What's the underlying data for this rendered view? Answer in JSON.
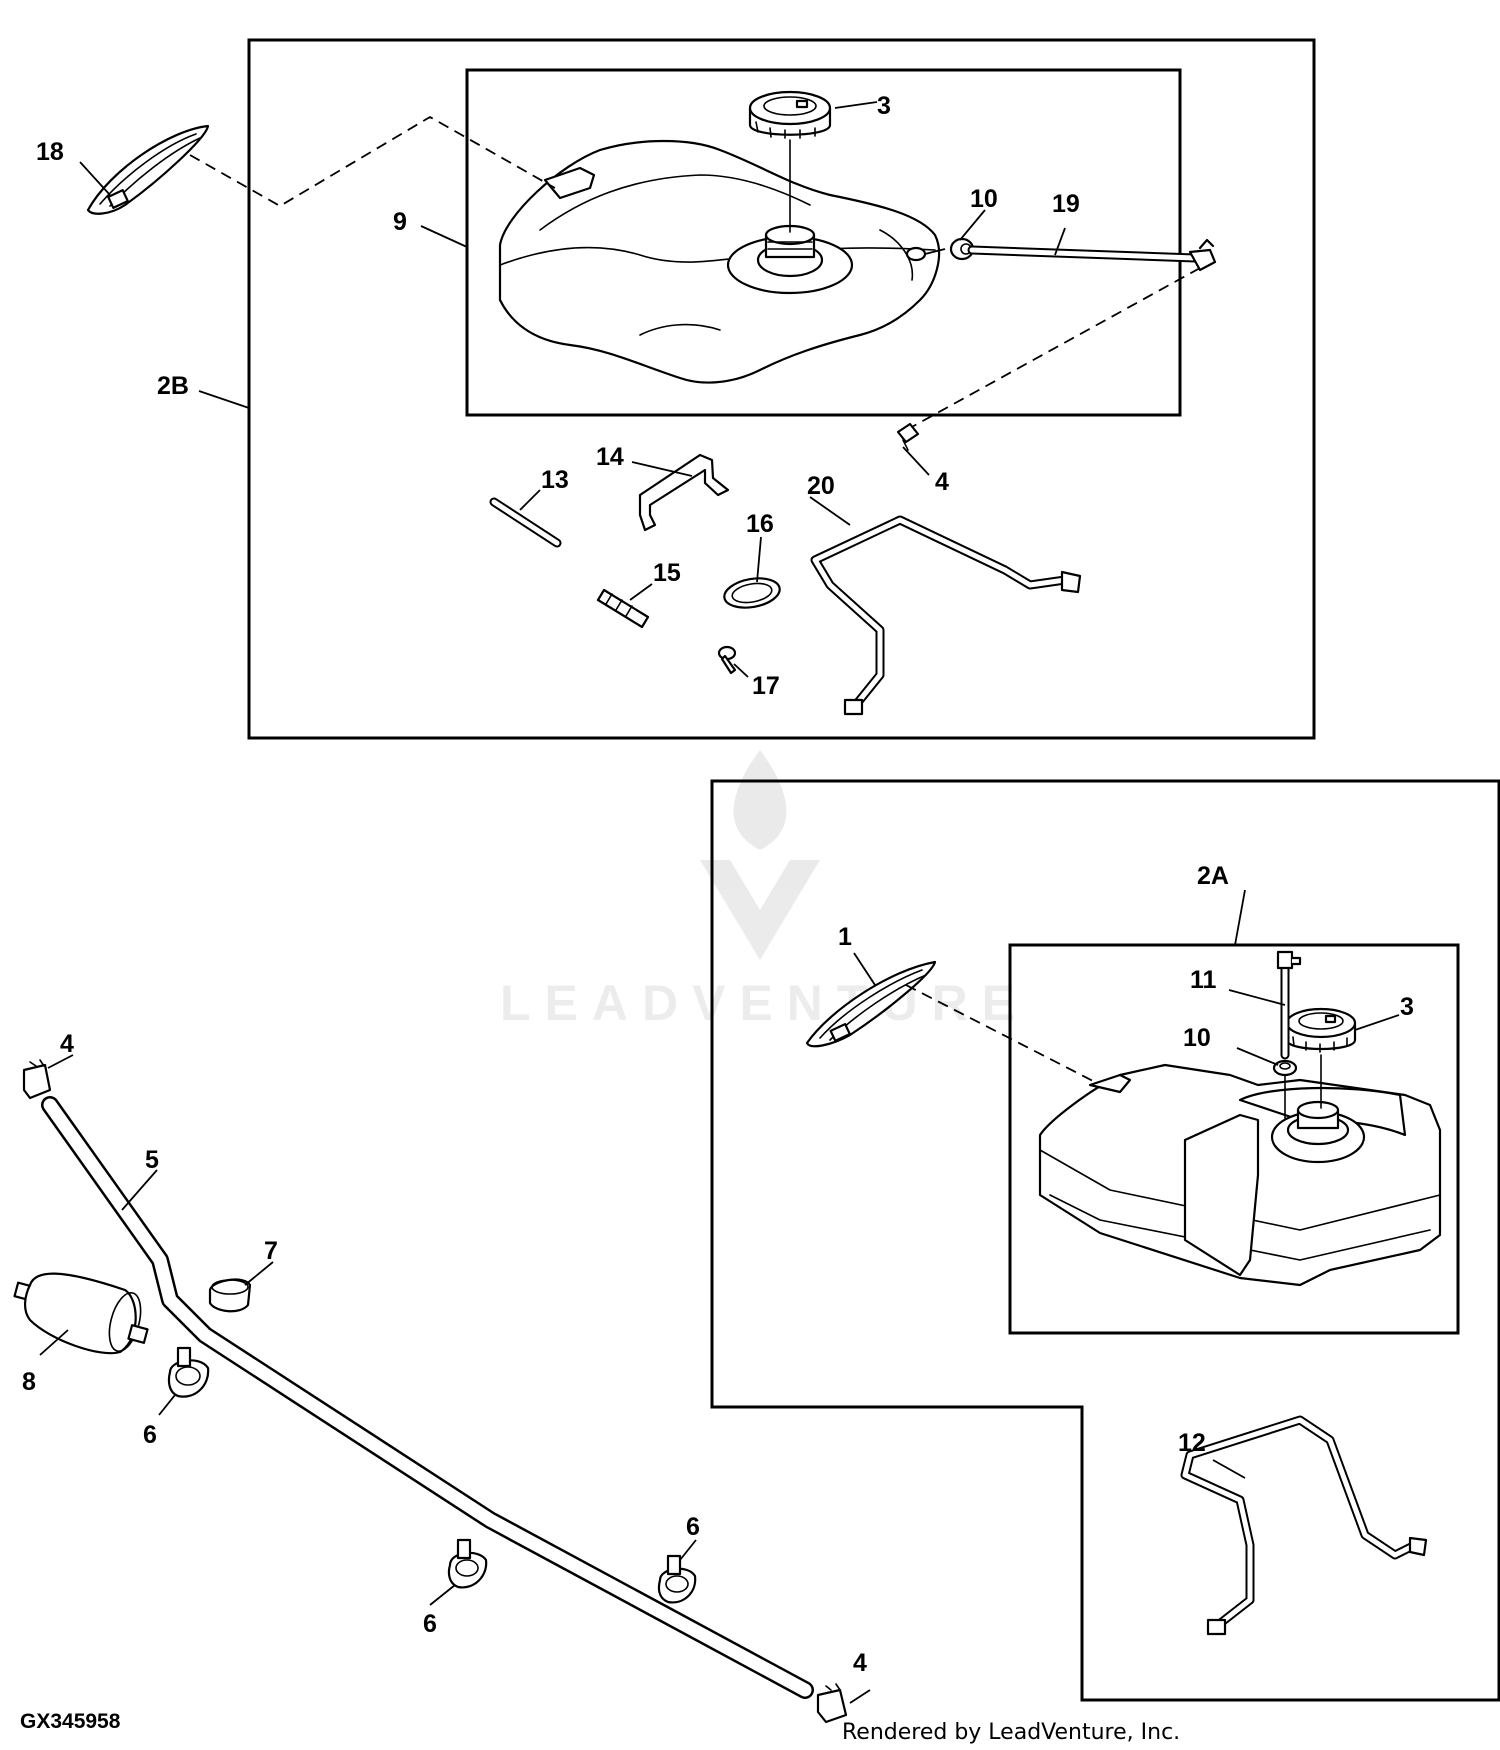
{
  "diagram_id": "GX345958",
  "credit": "Rendered by LeadVenture, Inc.",
  "watermark": "LEADVENTURE",
  "callouts": {
    "c1": "1",
    "c2A": "2A",
    "c2B": "2B",
    "c3a": "3",
    "c3b": "3",
    "c4a": "4",
    "c4b": "4",
    "c4c": "4",
    "c5": "5",
    "c6a": "6",
    "c6b": "6",
    "c6c": "6",
    "c7": "7",
    "c8": "8",
    "c9": "9",
    "c10a": "10",
    "c10b": "10",
    "c11": "11",
    "c12": "12",
    "c13": "13",
    "c14": "14",
    "c15": "15",
    "c16": "16",
    "c17": "17",
    "c18": "18",
    "c19": "19",
    "c20": "20"
  }
}
